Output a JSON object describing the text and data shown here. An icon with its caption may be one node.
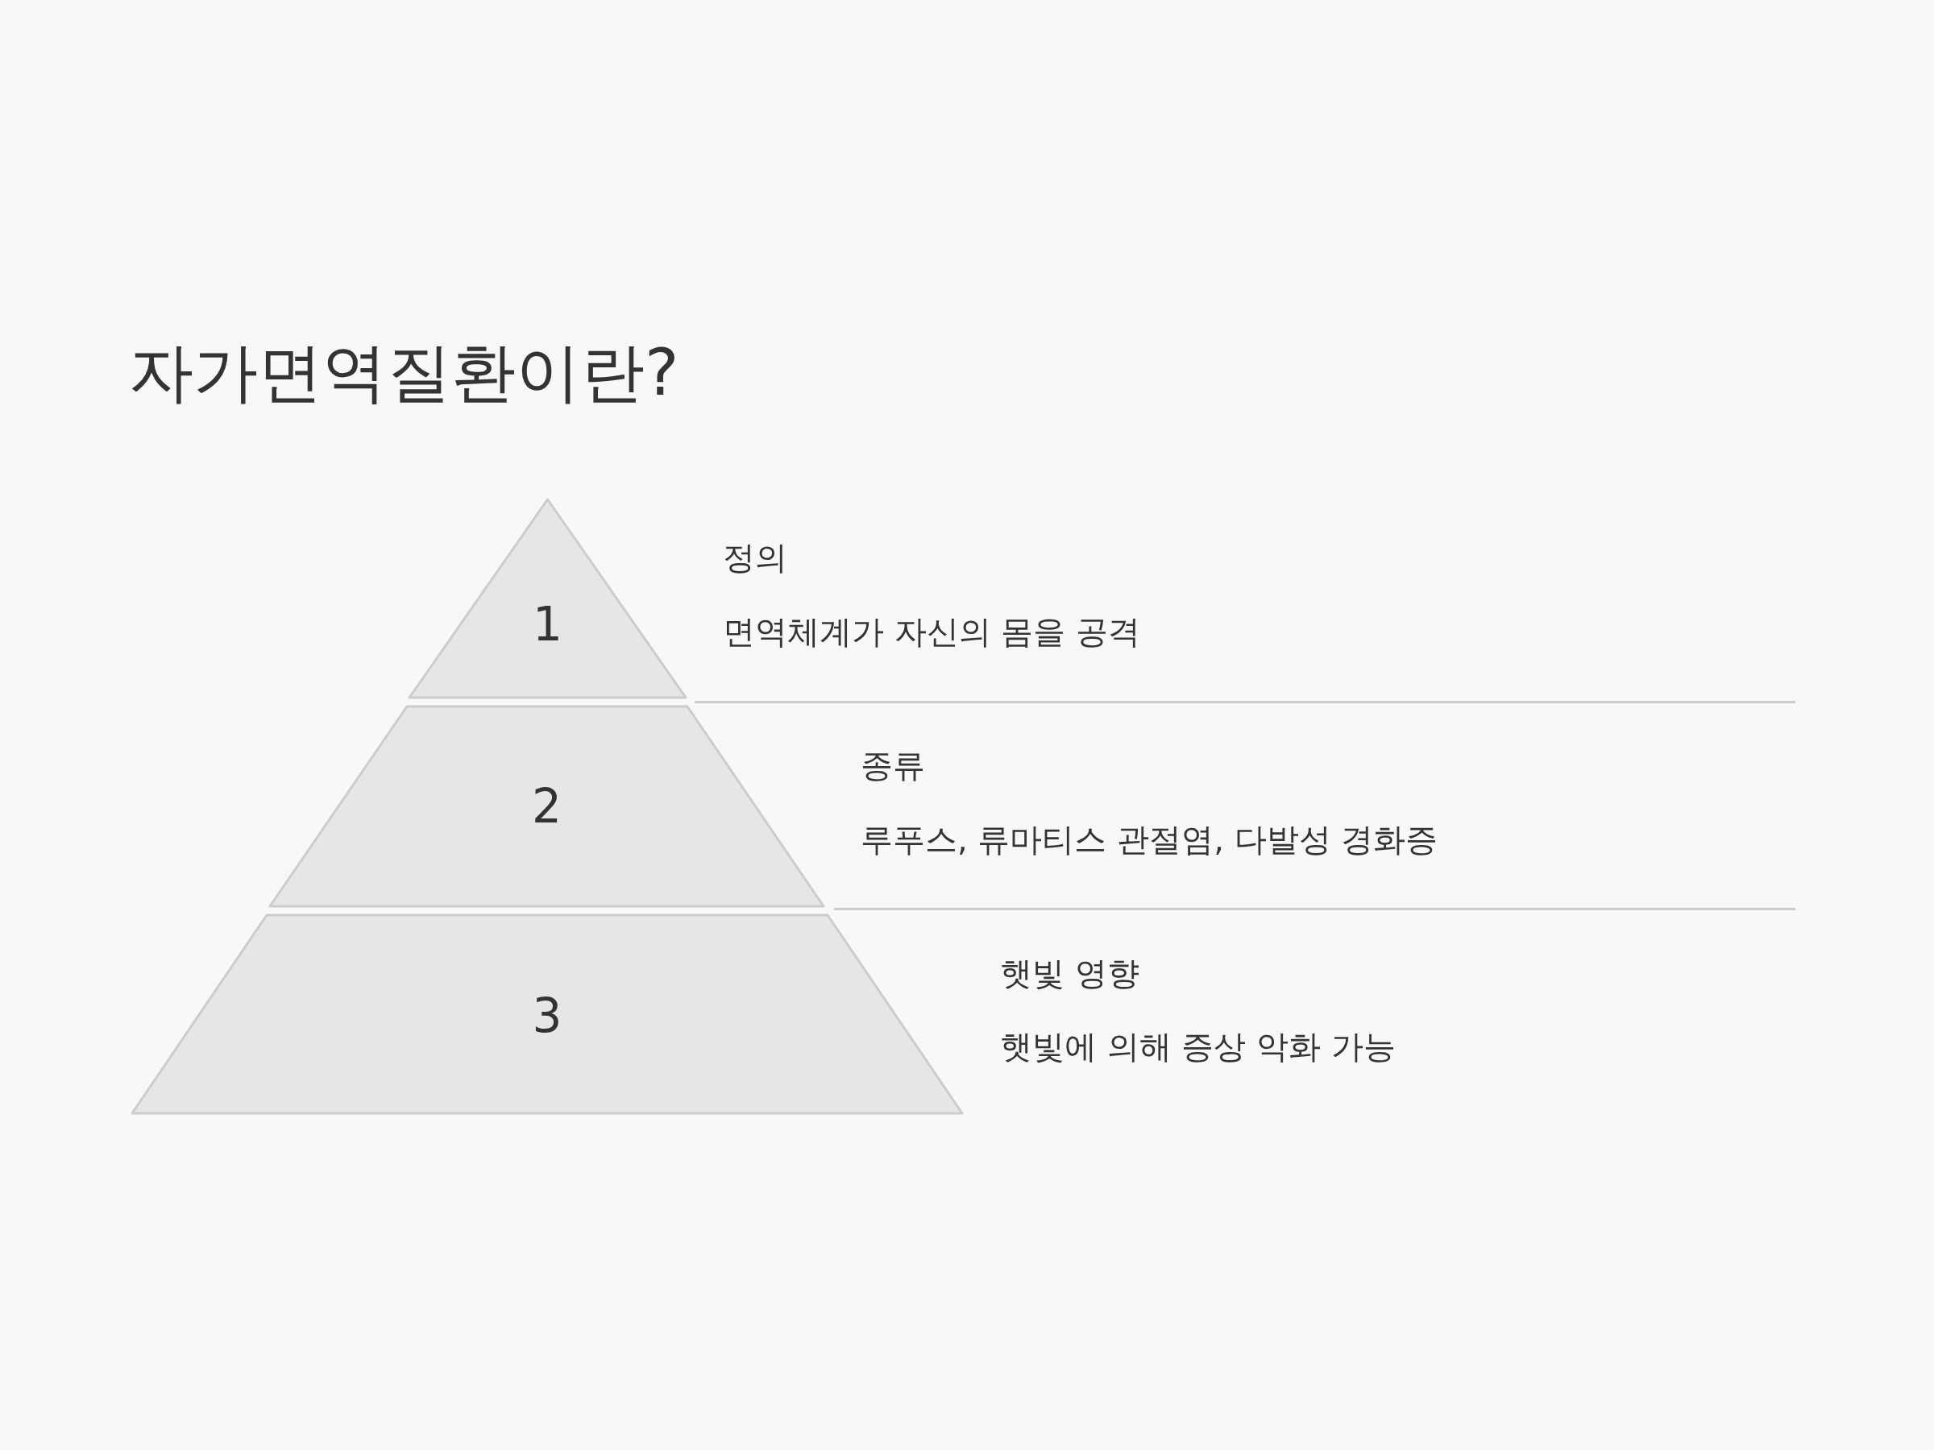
{
  "diagram": {
    "title": "자가면역질환이란?",
    "nodes": [
      {
        "text": [
          "1"
        ],
        "beside": [
          "정의",
          "면역체계가 자신의 몸을 공격"
        ]
      },
      {
        "text": [
          "2"
        ],
        "beside": [
          "종류",
          "루푸스, 류마티스 관절염, 다발성 경화증"
        ]
      },
      {
        "text": [
          "3"
        ],
        "beside": [
          "햇빛 영향",
          "햇빛에 의해 증상 악화 가능"
        ]
      }
    ]
  }
}
